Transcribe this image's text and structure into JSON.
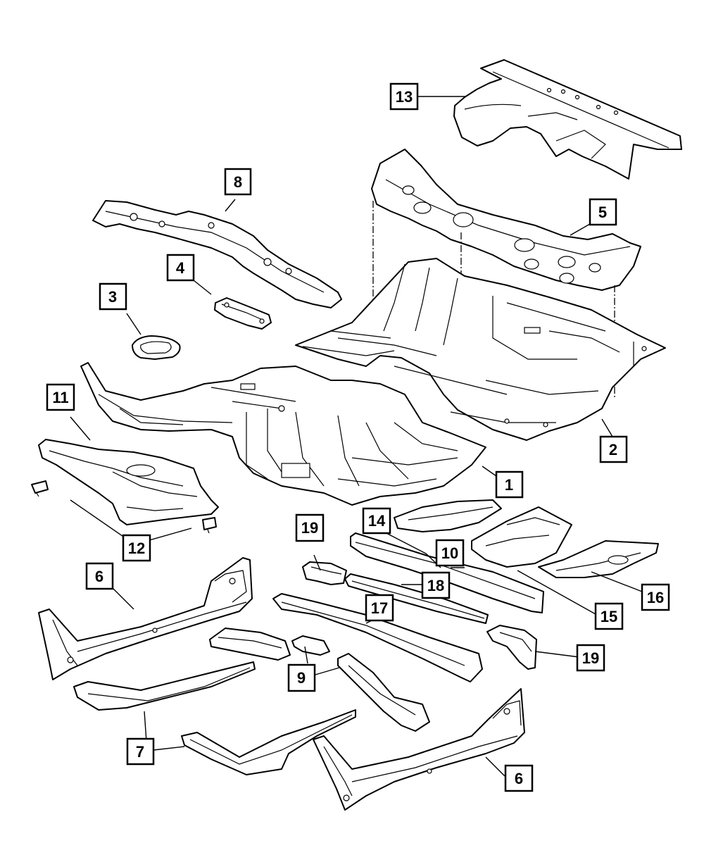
{
  "callouts": [
    {
      "id": "c13",
      "text": "13"
    },
    {
      "id": "c8",
      "text": "8"
    },
    {
      "id": "c5",
      "text": "5"
    },
    {
      "id": "c4",
      "text": "4"
    },
    {
      "id": "c3",
      "text": "3"
    },
    {
      "id": "c11",
      "text": "11"
    },
    {
      "id": "c2",
      "text": "2"
    },
    {
      "id": "c1",
      "text": "1"
    },
    {
      "id": "c12",
      "text": "12"
    },
    {
      "id": "c19a",
      "text": "19"
    },
    {
      "id": "c14",
      "text": "14"
    },
    {
      "id": "c10",
      "text": "10"
    },
    {
      "id": "c6a",
      "text": "6"
    },
    {
      "id": "c18",
      "text": "18"
    },
    {
      "id": "c16",
      "text": "16"
    },
    {
      "id": "c17",
      "text": "17"
    },
    {
      "id": "c15",
      "text": "15"
    },
    {
      "id": "c19b",
      "text": "19"
    },
    {
      "id": "c9",
      "text": "9"
    },
    {
      "id": "c7",
      "text": "7"
    },
    {
      "id": "c6b",
      "text": "6"
    }
  ]
}
